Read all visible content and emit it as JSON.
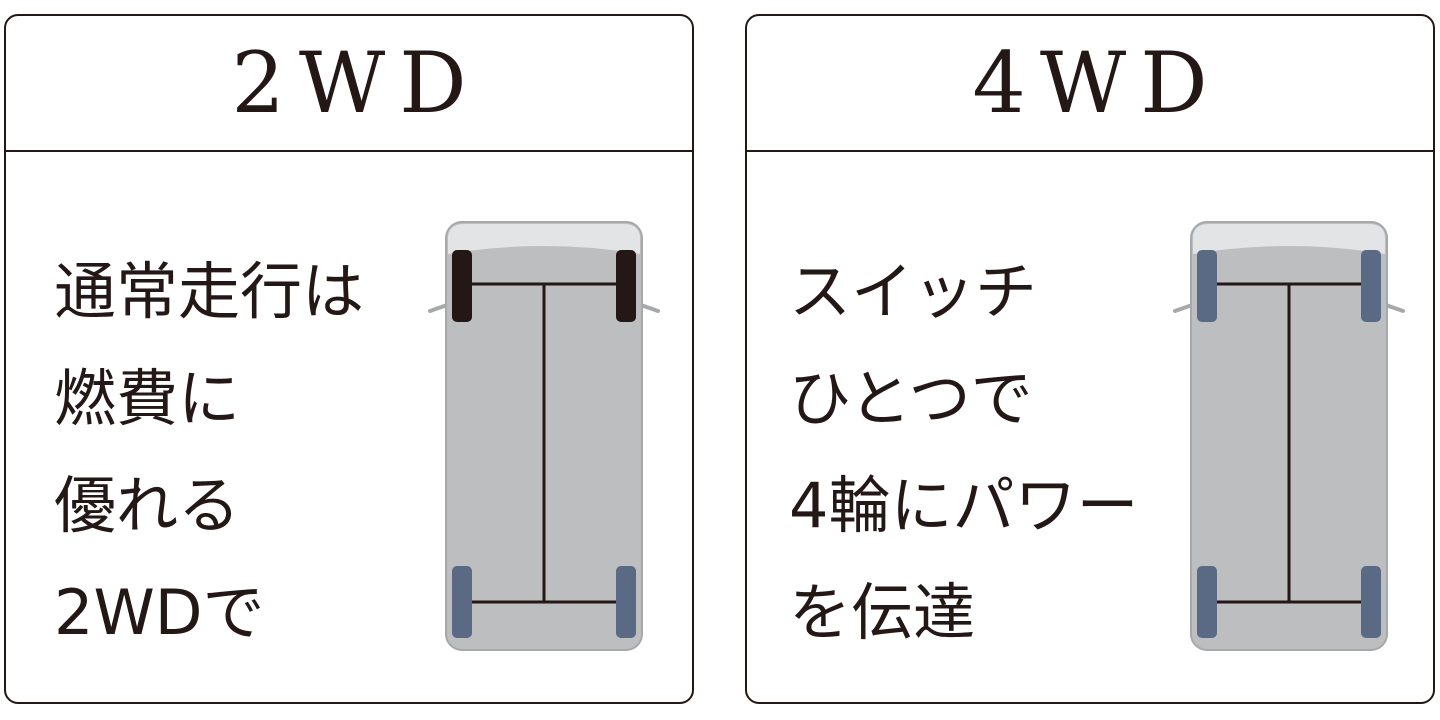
{
  "panels": [
    {
      "id": "2wd",
      "title": "2WD",
      "lines": [
        "通常走行は",
        "燃費に",
        "優れる",
        "2WDで"
      ],
      "driven_wheels": "rear",
      "colors": {
        "front_wheels": "#231815",
        "rear_wheels": "#5a6a85"
      }
    },
    {
      "id": "4wd",
      "title": "4WD",
      "lines": [
        "スイッチ",
        "ひとつで",
        "4輪にパワー",
        "を伝達"
      ],
      "driven_wheels": "all",
      "colors": {
        "front_wheels": "#5a6a85",
        "rear_wheels": "#5a6a85"
      }
    }
  ],
  "colors": {
    "border": "#231815",
    "text": "#231815",
    "car_body": "#bdbebf",
    "car_roof_band": "#e3e4e5",
    "car_outline": "#a6a8aa",
    "axle": "#231815",
    "drivetrain_wheel": "#5a6a85",
    "front_wheel_dark": "#231815"
  }
}
